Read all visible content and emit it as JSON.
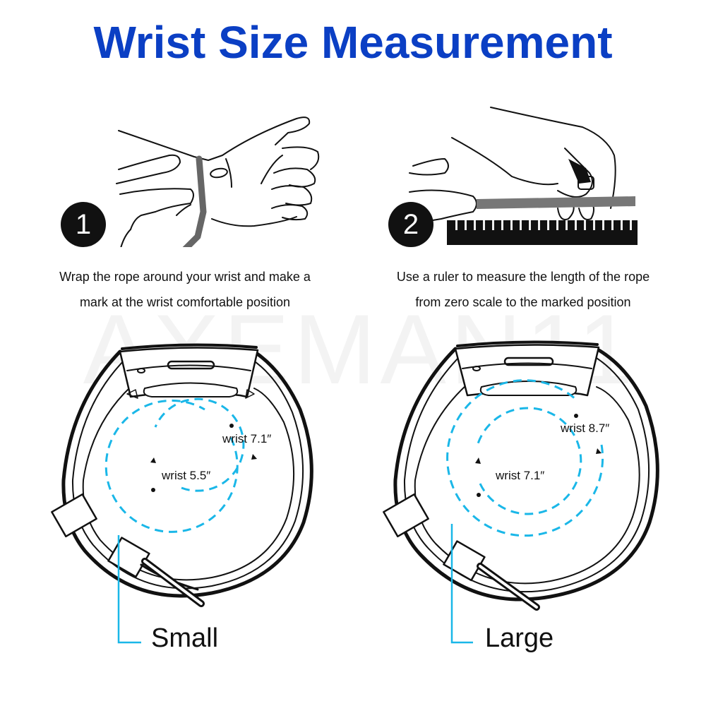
{
  "title": "Wrist Size Measurement",
  "watermark": "AXEMAN11",
  "colors": {
    "title_blue": "#0b3fc4",
    "guide_cyan": "#1ab7e8",
    "ink": "#111111",
    "rope_gray": "#666666"
  },
  "steps": [
    {
      "number": "1",
      "illustration": "hand-wrapping-rope-around-wrist",
      "caption_line1": "Wrap the rope around your wrist and make a",
      "caption_line2": "mark at the wrist comfortable position"
    },
    {
      "number": "2",
      "illustration": "hand-measuring-rope-on-ruler",
      "caption_line1": "Use a ruler to measure the length of the rope",
      "caption_line2": "from zero scale to the marked position"
    }
  ],
  "sizes": [
    {
      "label": "Small",
      "inner_wrist": "wrist 5.5″",
      "outer_wrist": "wrist 7.1″"
    },
    {
      "label": "Large",
      "inner_wrist": "wrist 7.1″",
      "outer_wrist": "wrist 8.7″"
    }
  ]
}
